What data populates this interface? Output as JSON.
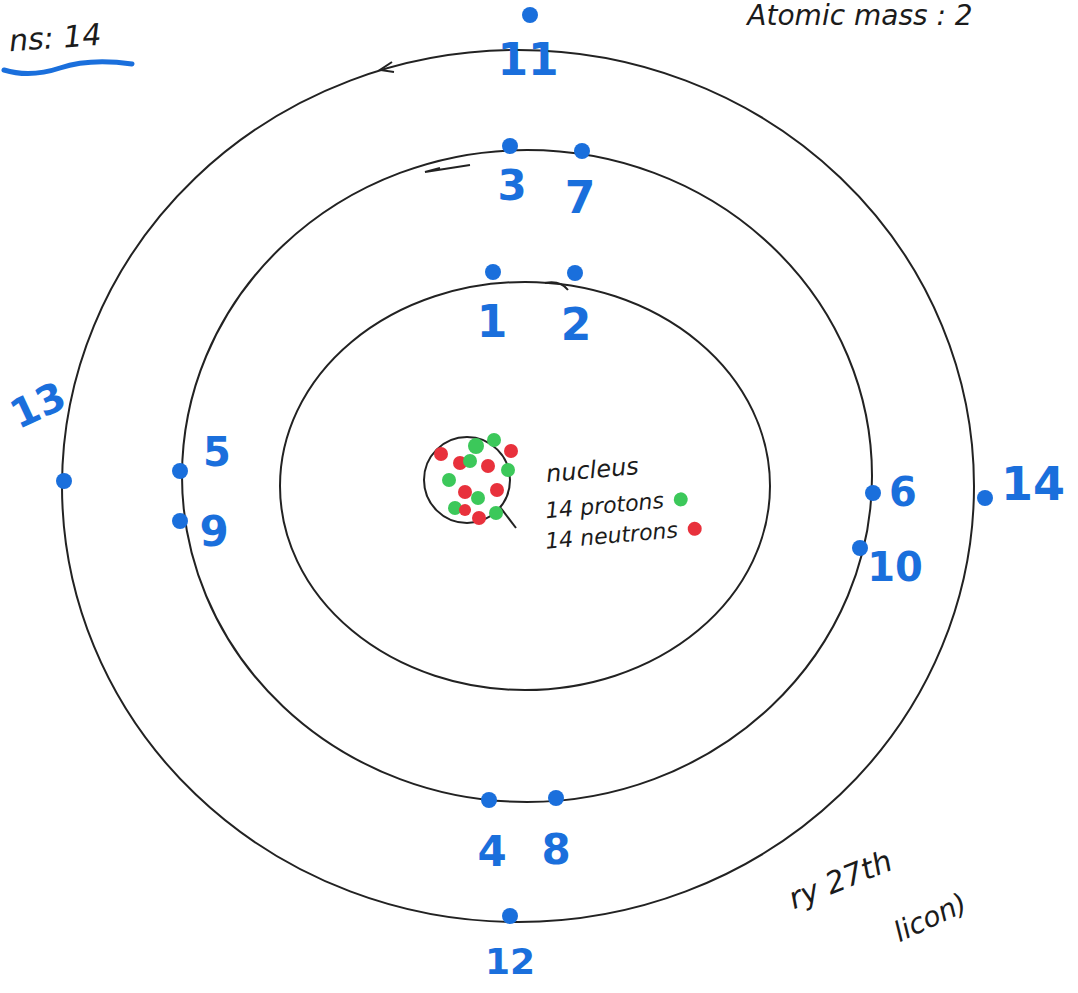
{
  "diagram": {
    "labels": [
      "ns: 14",
      "Atomic mass : 2",
      "11",
      "3",
      "7",
      "1",
      "2",
      "13",
      "5",
      "9",
      "6",
      "10",
      "14",
      "4",
      "8",
      "12",
      "nucleus",
      "ry 27th",
      "licon)"
    ],
    "legend": [
      {
        "text": "14 protons",
        "color": "#3cc85a"
      },
      {
        "text": "14 neutrons",
        "color": "#e8313c"
      }
    ]
  }
}
